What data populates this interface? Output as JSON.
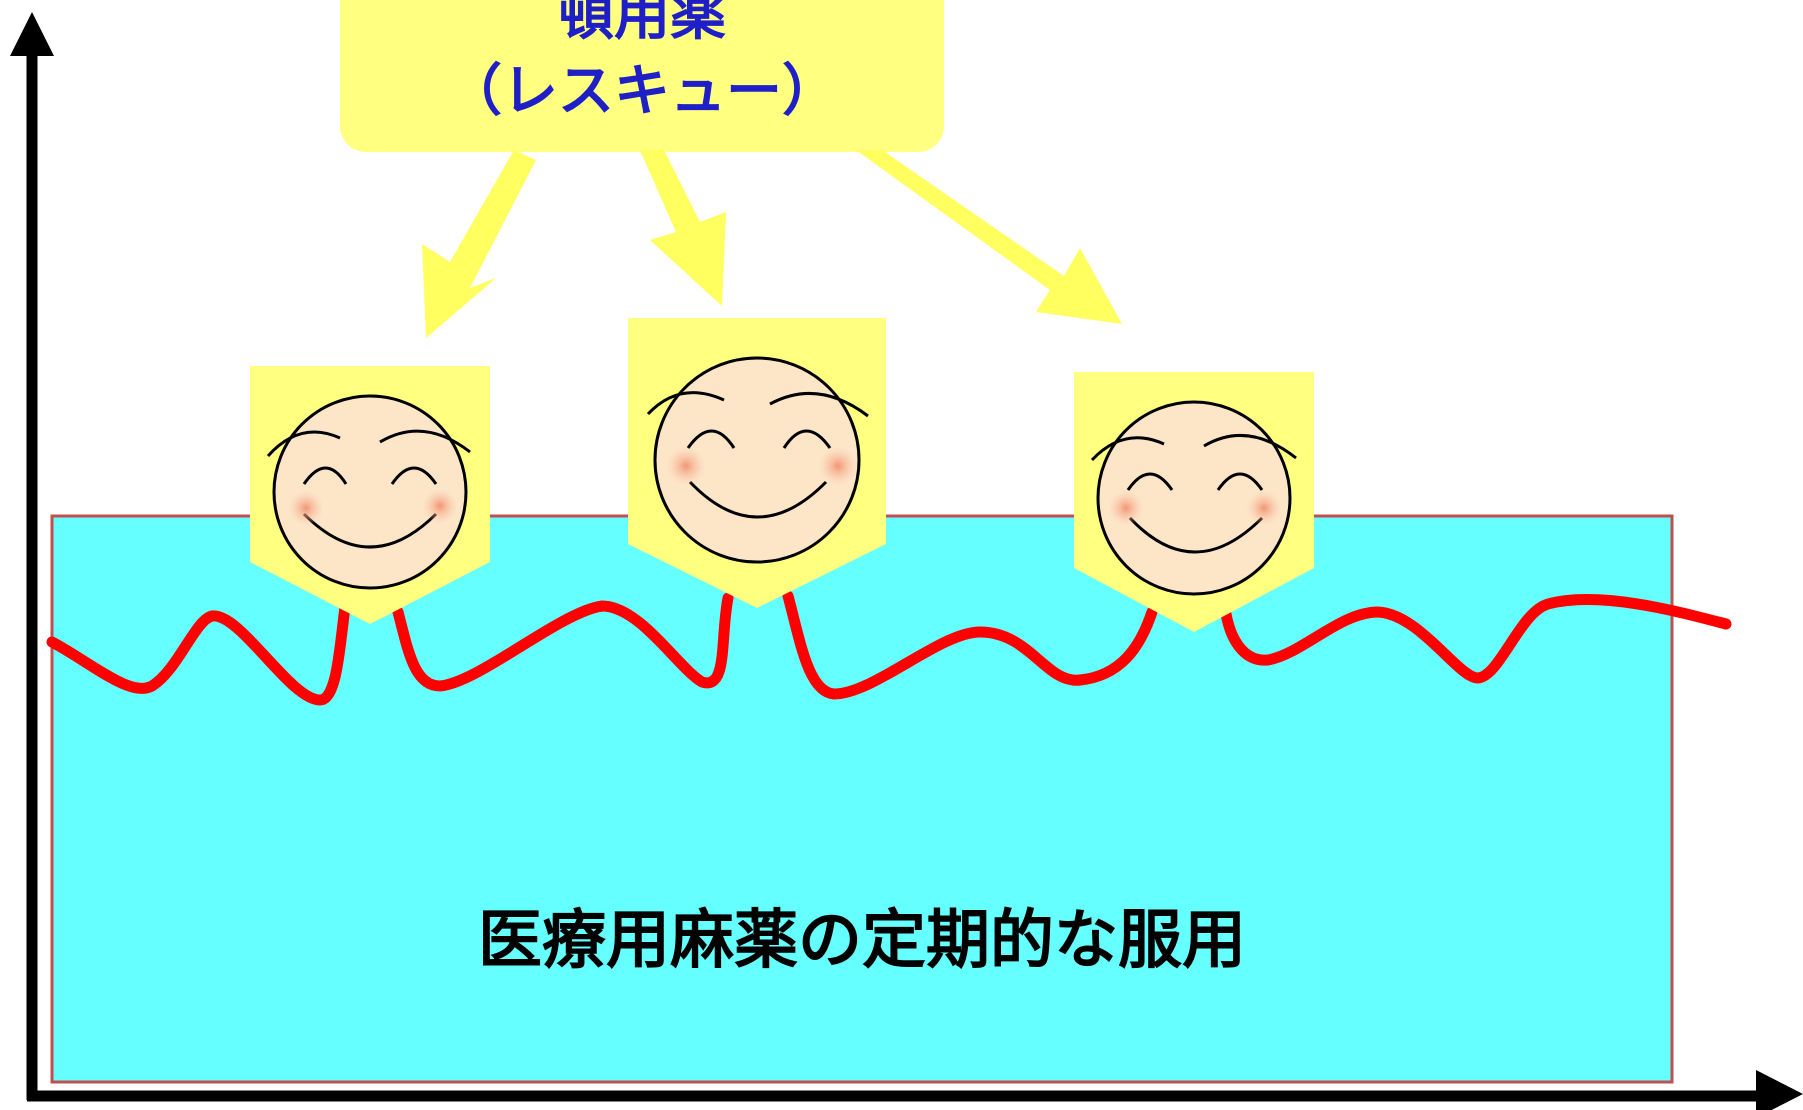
{
  "callout": {
    "line1": "頓用薬",
    "line2": "（レスキュー）"
  },
  "base_box": {
    "label": "医療用麻薬の定期的な服用"
  },
  "colors": {
    "callout_fill": "#ffff80",
    "callout_text": "#1f1fc8",
    "base_fill": "#66ffff",
    "base_stroke": "#c0504d",
    "wave_stroke": "#ff0000",
    "face_fill": "#fde6c8",
    "cheek": "#f4a98a",
    "axis": "#000000"
  },
  "icons": [
    "smiling-face-icon",
    "smiling-face-icon",
    "smiling-face-icon"
  ]
}
